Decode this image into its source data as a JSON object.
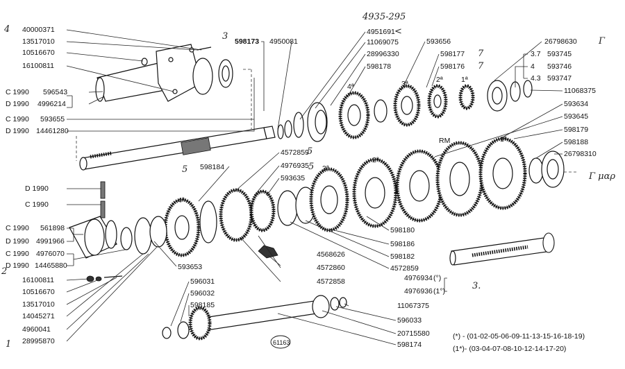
{
  "diagram_id": "61163",
  "footnotes": [
    "(*) - (01-02-05-06-09-11-13-15-16-18-19)",
    "(1*)- (03-04-07-08-10-12-14-17-20)"
  ],
  "gear_ordinals": [
    "4ª",
    "3ª",
    "2ª",
    "1ª",
    "RM",
    "4ª",
    "3ª",
    "2ª",
    "1ª"
  ],
  "handwritten": [
    "4935-295",
    "<",
    "Γ",
    "5",
    "5",
    "Γ μαρ",
    "3.",
    "3",
    "5",
    "7",
    "7",
    "2",
    "1",
    "4"
  ],
  "left_labels": [
    {
      "prefix": "",
      "code": "40000371"
    },
    {
      "prefix": "",
      "code": "13517010"
    },
    {
      "prefix": "",
      "code": "10516670"
    },
    {
      "prefix": "",
      "code": "16100811"
    },
    {
      "prefix": "C 1990",
      "code": "596543"
    },
    {
      "prefix": "D 1990",
      "code": "4996214"
    },
    {
      "prefix": "C 1990",
      "code": "593655"
    },
    {
      "prefix": "D 1990",
      "code": "14461280"
    },
    {
      "prefix": "D 1990",
      "code": ""
    },
    {
      "prefix": "C 1990",
      "code": ""
    },
    {
      "prefix": "C 1990",
      "code": "561898"
    },
    {
      "prefix": "D 1990",
      "code": "4991966"
    },
    {
      "prefix": "C 1990",
      "code": "4976070"
    },
    {
      "prefix": "D 1990",
      "code": "14465880"
    },
    {
      "prefix": "",
      "code": "16100811"
    },
    {
      "prefix": "",
      "code": "10516670"
    },
    {
      "prefix": "",
      "code": "13517010"
    },
    {
      "prefix": "",
      "code": "14045271"
    },
    {
      "prefix": "",
      "code": "4960041"
    },
    {
      "prefix": "",
      "code": "28995870"
    }
  ],
  "center_labels": [
    "598173",
    "4950081",
    "4951691",
    "11069075",
    "28996330",
    "598178",
    "598184",
    "4572859",
    "4976935",
    "593635",
    "593653",
    "4568626",
    "4572860",
    "4572858",
    "596031",
    "596032",
    "598185",
    "598174",
    "11067375",
    "596033",
    "20715580"
  ],
  "right_labels": [
    "593656",
    "598177",
    "598176",
    "26798630",
    "593745",
    "593746",
    "593747",
    "11068375",
    "593634",
    "593645",
    "598179",
    "598188",
    "26798310",
    "598180",
    "598186",
    "598182",
    "4572859",
    "4976934",
    "4976936"
  ],
  "bracket_prefixes": [
    "3.7",
    "4",
    "4.3"
  ],
  "annotations": [
    "(°)",
    "(1°)"
  ]
}
